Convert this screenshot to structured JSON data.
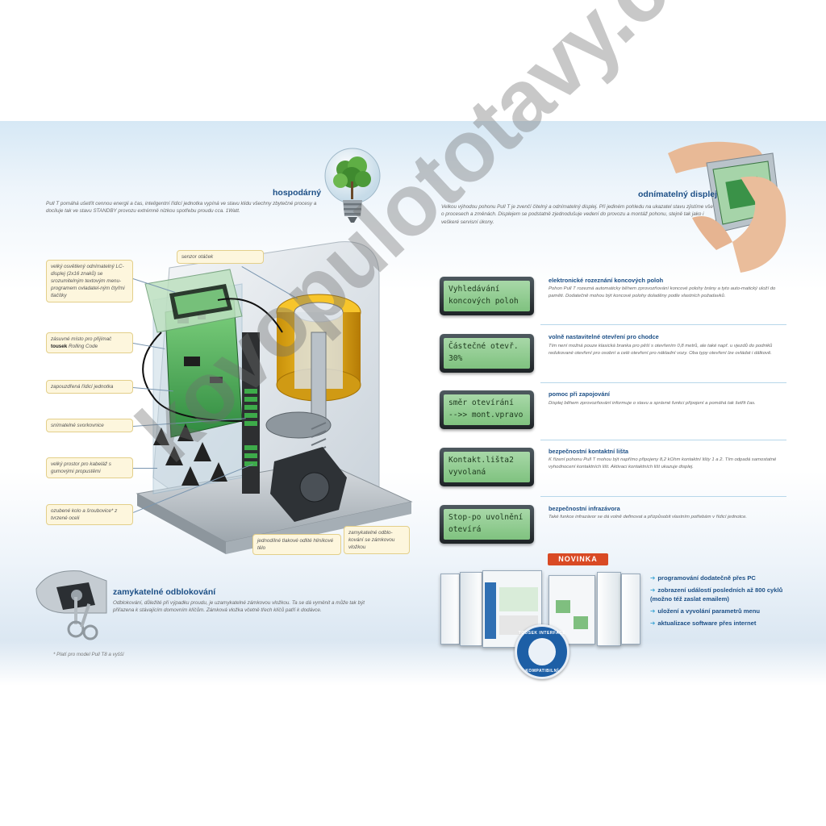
{
  "left": {
    "hospodarny": {
      "title": "hospodárný",
      "text": "Pull T pomáhá ušetřit cennou energii a čas, inteligentní řídicí jednotka vypíná ve stavu klidu všechny zbytečné procesy a dociluje tak ve stavu STANDBY provozu extrémně nízkou spotřebu proudu cca. 1Watt."
    },
    "callouts": [
      {
        "text": "velký osvětlený odnímatelný LC-displej (2x16 znaků) se srozumitelným textovým menu-programem ovladatel-ným čtyřmi tlačítky"
      },
      {
        "text_a": "zásuvné místo pro přijímač",
        "bold": "tousek",
        "text_b": "Rolling Code"
      },
      {
        "text": "zapouzdřená řídicí jednotka"
      },
      {
        "text": "snímatelné svorkovnice"
      },
      {
        "text": "velký prostor pro kabeláž s gumovými propustěmi"
      },
      {
        "text": "ozubené kolo a šroubovice* z tvrzené oceli"
      }
    ],
    "senzor": "senzor otáček",
    "jednodilne": "jednodílné tlakové odlité hliníkové tělo",
    "zamykatelne_small": "zamykatelné odblo-kování se zámkovou vložkou",
    "odblokovani": {
      "title": "zamykatelné odblokování",
      "text": "Odblokování, důležité při výpadku proudu, je uzamykatelné zámkovou vložkou. Ta se dá vyměnit a může tak být přiřazena k stávajícím domovním klíčům. Zámková vložka včetně třech klíčů patří k dodávce."
    },
    "footnote": "* Platí pro model Pull T8 a vyšší"
  },
  "right": {
    "displej": {
      "title": "odnímatelný displej",
      "text": "Velkou výhodou pohonu Pull T je zvenčí čitelný a odnímatelný displej. Při jediném pohledu na ukazatel stavu zjistíme vše o procesech a změnách. Displejem se podstatně zjednodušuje vedení do provozu a montáž pohonu, stejně tak jako i veškeré servisní úkony."
    },
    "features": [
      {
        "lcd1": "Vyhledávání",
        "lcd2": "koncových poloh",
        "title": "elektronické rozeznání koncových poloh",
        "text": "Pohon Pull T rozezná automaticky během zprovozňování koncové polohy brány a tyto auto-matický uloží do paměti. Dodatečně mohou být koncové polohy doladěny podle vlastních požadavků."
      },
      {
        "lcd1": "Částečné otevř.",
        "lcd2": "30%",
        "title": "volně nastavitelné otevření pro chodce",
        "text": "Tím není možná pouze klasická branka pro pěší s otevřením 0,8 metrů, ale také např. u vjezdů do podniků redukované otevření pro osobní a celé otevření pro nákladní vozy. Oba typy otevření lze ovládat i dálkově."
      },
      {
        "lcd1": "směr otevírání",
        "lcd2": "-->> mont.vpravo",
        "title": "pomoc při zapojování",
        "text": "Displej během zprovozňování informuje o stavu a správné funkci připojení a pomáhá tak šetřit čas."
      },
      {
        "lcd1": "Kontakt.lišta2",
        "lcd2": "vyvolaná",
        "title": "bezpečnostní kontaktní lišta",
        "text": "K řízení pohonu Pull T mohou být napřímo připojeny 8,2 kOhm kontaktní lišty 1 a 2. Tím odpadá samostatné vyhodnocení kontaktních lišt. Aktivaci kontaktních lišt ukazuje displej."
      },
      {
        "lcd1": "Stop-po uvolnění",
        "lcd2": "otevírá",
        "title": "bezpečnostní infrazávora",
        "text": "Také funkce infrazávor se dá volně definovat a přizpůsobit vlastním potřebám v řídicí jednotce."
      }
    ],
    "novinka": "NOVINKA",
    "bullets": [
      "programování dodatečně přes PC",
      "zobrazení událostí posledních až 800 cyklů (možno též zaslat emailem)",
      "uložení a vyvolání parametrů menu",
      "aktualizace software přes internet"
    ],
    "seal_top": "TOUSEK INTERFACE",
    "seal_bottom": "KOMPATIBILNÍ"
  },
  "watermark": "kovopulototavy.cz",
  "colors": {
    "accent_blue": "#1c4f86",
    "callout_bg": "#fdf6dd",
    "novinka_red": "#d94a24",
    "lcd_green": "#8fcb8f"
  }
}
